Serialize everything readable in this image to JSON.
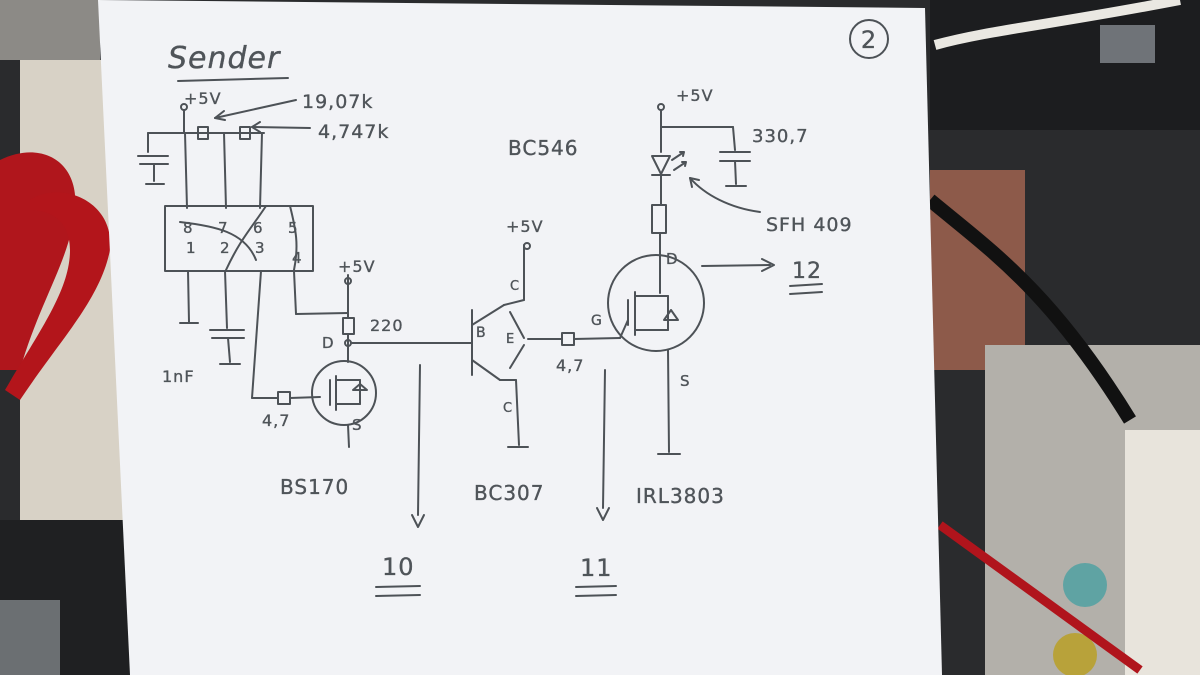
{
  "sheet": {
    "page_number": "2"
  },
  "diagram": {
    "title": "Sender",
    "labels": {
      "supply_a": "+5V",
      "supply_b": "+5V",
      "supply_c": "+5V",
      "supply_d": "+5V",
      "r1_value": "19,07k",
      "r2_value": "4,747k",
      "part_bc546": "BC546",
      "r_led_value": "330,7",
      "led_part": "SFH 409",
      "pin_d_right": "D",
      "net_12": "12",
      "r_220_value": "220",
      "pin_d_left": "D",
      "pin_s_left": "S",
      "cap_value": "1nF",
      "r_gate1_value": "4,7",
      "r_gate2_value": "4,7",
      "pin_b": "B",
      "pin_e": "E",
      "pin_c_top": "C",
      "pin_c_bottom": "C",
      "pin_g": "G",
      "pin_s_right": "S",
      "part_bs170": "BS170",
      "part_bc307": "BC307",
      "part_irl3803": "IRL3803",
      "net_10": "10",
      "net_11": "11"
    },
    "ic_pins": {
      "p8": "8",
      "p7": "7",
      "p6": "6",
      "p5": "5",
      "p1": "1",
      "p2": "2",
      "p3": "3",
      "p4": "4"
    }
  },
  "colors": {
    "paper": "#f2f3f6",
    "pencil": "#4d5257",
    "desk": "#2a2b2d",
    "scissors": "#b0161c"
  }
}
